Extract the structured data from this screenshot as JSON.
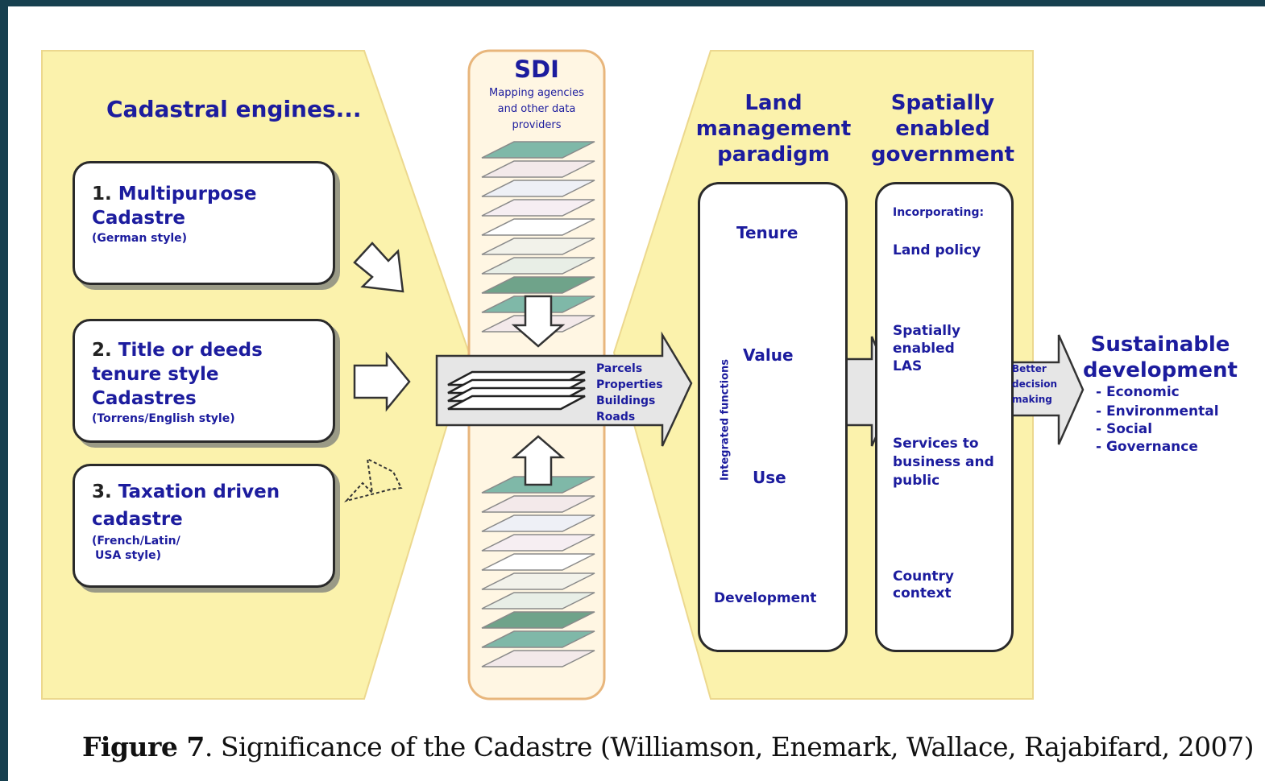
{
  "left_panel": {
    "heading": "Cadastral engines...",
    "items": [
      {
        "number": "1.",
        "title_lines": [
          "Multipurpose",
          "Cadastre"
        ],
        "subtitle": "(German style)"
      },
      {
        "number": "2.",
        "title_lines": [
          "Title or deeds",
          "tenure style",
          "Cadastres"
        ],
        "subtitle": "(Torrens/English style)"
      },
      {
        "number": "3.",
        "title_lines": [
          "Taxation driven",
          "cadastre"
        ],
        "subtitle_lines": [
          "(French/Latin/",
          "USA style)"
        ]
      }
    ]
  },
  "sdi": {
    "title": "SDI",
    "subtitle_lines": [
      "Mapping agencies",
      "and other data",
      "providers"
    ],
    "arrow_labels": [
      "Parcels",
      "Properties",
      "Buildings",
      "Roads"
    ]
  },
  "land_management": {
    "heading_lines": [
      "Land",
      "management",
      "paradigm"
    ],
    "axis_label": "Integrated functions",
    "functions": [
      "Tenure",
      "Value",
      "Use",
      "Development"
    ]
  },
  "spatially_enabled": {
    "heading_lines": [
      "Spatially",
      "enabled",
      "government"
    ],
    "items": [
      "Incorporating:",
      "Land policy",
      "Spatially enabled LAS",
      "Services to business and public",
      "Country context"
    ]
  },
  "decision_arrow": {
    "lines": [
      "Better",
      "decision",
      "making"
    ]
  },
  "sustainable": {
    "heading_lines": [
      "Sustainable",
      "development"
    ],
    "items": [
      "- Economic",
      "- Environmental",
      "- Social",
      "- Governance"
    ]
  },
  "caption": {
    "label": "Figure 7",
    "text": ". Significance of the Cadastre (Williamson, Enemark, Wallace, Rajabifard, 2007)"
  },
  "colors": {
    "panel_fill": "#fbf2ac",
    "panel_border": "#ecd88e",
    "text_blue": "#1c1c9e",
    "frame": "#17404f"
  }
}
